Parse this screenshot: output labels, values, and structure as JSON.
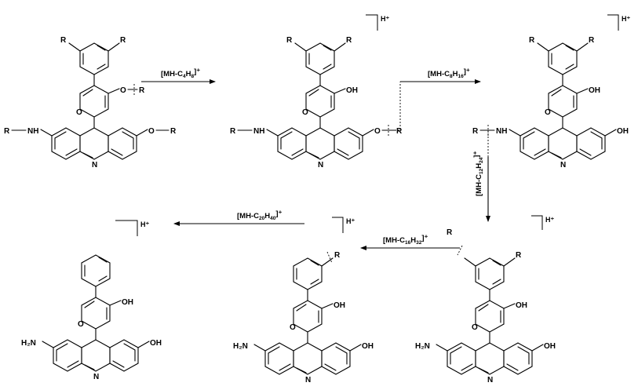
{
  "scheme": {
    "molecules": [
      {
        "id": "m1",
        "substituent_label": "R",
        "hydroxyl_or_ether": "O",
        "amine": "NH",
        "ring_n": "N",
        "ring_o": "O",
        "charge": ""
      },
      {
        "id": "m2",
        "substituent_label": "R",
        "hydroxyl": "OH",
        "amine": "NH",
        "ring_n": "N",
        "ring_o": "O",
        "ether_o": "O",
        "charge": "H⁺"
      },
      {
        "id": "m3",
        "substituent_label": "R",
        "hydroxyl": "OH",
        "amine": "NH",
        "ring_n": "N",
        "ring_o": "O",
        "charge": "H⁺"
      },
      {
        "id": "m4",
        "substituent_label": "R",
        "hydroxyl": "OH",
        "amine": "H₂N",
        "ring_n": "N",
        "ring_o": "O",
        "charge": "H⁺"
      },
      {
        "id": "m5",
        "substituent_label": "R",
        "hydroxyl": "OH",
        "amine": "H₂N",
        "ring_n": "N",
        "ring_o": "O",
        "charge": "H⁺"
      },
      {
        "id": "m6",
        "hydroxyl": "OH",
        "amine": "H₂N",
        "ring_n": "N",
        "ring_o": "O",
        "charge": "H⁺"
      }
    ],
    "arrows": [
      {
        "id": "a1",
        "label_main": "[MH-C",
        "label_sub1": "4",
        "label_mid": "H",
        "label_sub2": "8",
        "label_end": "]⁺"
      },
      {
        "id": "a2",
        "label_main": "[MH-C",
        "label_sub1": "8",
        "label_mid": "H",
        "label_sub2": "16",
        "label_end": "]⁺"
      },
      {
        "id": "a3",
        "label_main": "[MH-C",
        "label_sub1": "12",
        "label_mid": "H",
        "label_sub2": "24",
        "label_end": "]⁺"
      },
      {
        "id": "a4",
        "label_main": "[MH-C",
        "label_sub1": "16",
        "label_mid": "H",
        "label_sub2": "32",
        "label_end": "]⁺"
      },
      {
        "id": "a5",
        "label_main": "[MH-C",
        "label_sub1": "20",
        "label_mid": "H",
        "label_sub2": "40",
        "label_end": "]⁺"
      }
    ]
  }
}
